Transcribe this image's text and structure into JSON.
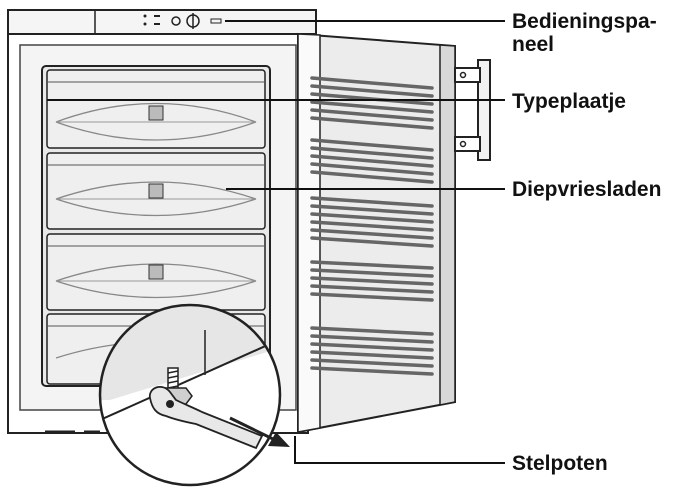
{
  "labels": {
    "control_panel": "Bedieningspa-\nneel",
    "type_plate": "Typeplaatje",
    "freezer_drawers": "Diepvriesladen",
    "adjustable_feet": "Stelpoten"
  }
}
